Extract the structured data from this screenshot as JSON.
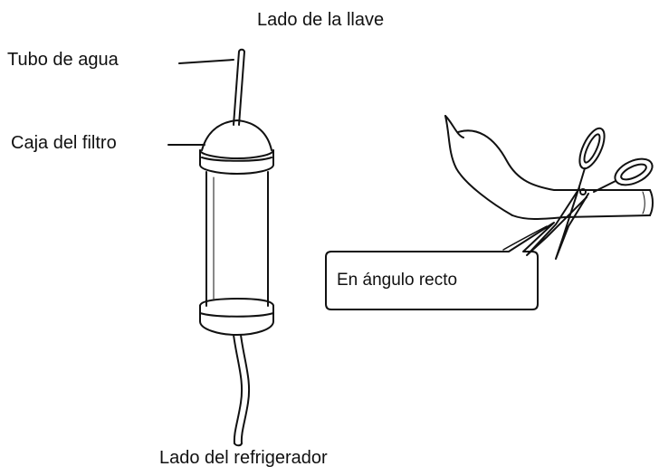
{
  "labels": {
    "faucet_side": "Lado de la llave",
    "water_tube": "Tubo de agua",
    "filter_box": "Caja del filtro",
    "fridge_side": "Lado del refrigerador",
    "right_angle": "En ángulo recto"
  },
  "colors": {
    "ink": "#111111",
    "background": "#ffffff"
  },
  "icons": {
    "filter": "water-filter-icon",
    "scissors": "scissors-icon"
  }
}
